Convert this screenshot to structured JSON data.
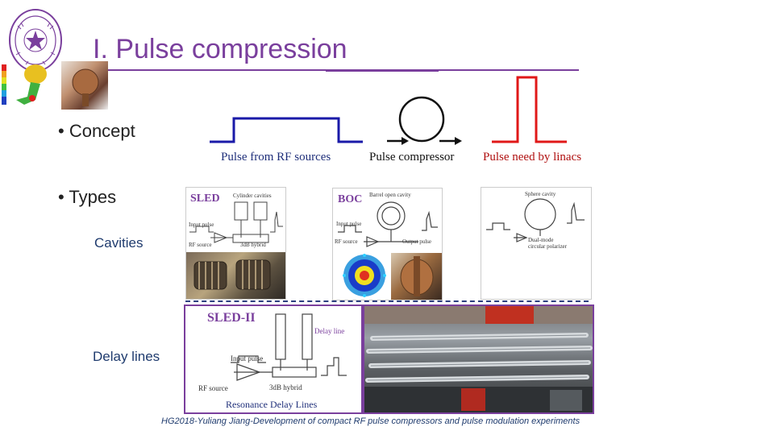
{
  "slide": {
    "title": "I. Pulse compression",
    "footer": "HG2018-Yuliang Jiang-Development of compact RF pulse compressors and pulse modulation experiments",
    "accent_color": "#7a3f9d"
  },
  "bullets": {
    "concept": "• Concept",
    "types": "• Types"
  },
  "concept": {
    "captions": {
      "rf_sources": "Pulse from RF sources",
      "compressor": "Pulse compressor",
      "linacs": "Pulse need by linacs"
    },
    "colors": {
      "rf_sources": "#1a1aa8",
      "compressor": "#111111",
      "linacs": "#e01818"
    }
  },
  "types": {
    "cavities_label": "Cavities",
    "delay_lines_label": "Delay lines"
  },
  "sled": {
    "title": "SLED",
    "cylinder_label": "Cylinder cavities",
    "input_label": "Input pulse",
    "rf_label": "RF source",
    "hybrid_label": "3dB hybrid"
  },
  "boc": {
    "title": "BOC",
    "cavity_label": "Barrel open cavity",
    "input_label": "Input pulse",
    "rf_label": "RF source",
    "output_label": "Output pulse"
  },
  "sphere": {
    "cavity_label": "Sphere cavity",
    "polarizer_label": "Dual-mode circular polarizer"
  },
  "sled2": {
    "title": "SLED-II",
    "delay_label": "Delay line",
    "input_label": "Input pulse",
    "rf_label": "RF source",
    "hybrid_label": "3dB hybrid",
    "caption": "Resonance Delay Lines"
  }
}
